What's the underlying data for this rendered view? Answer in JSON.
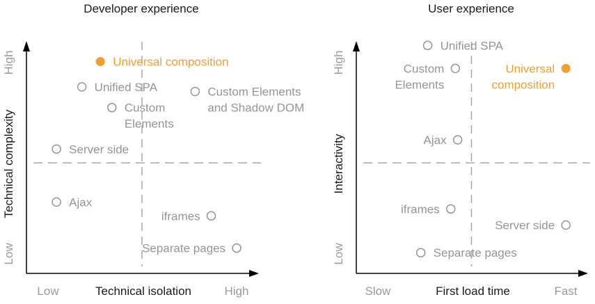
{
  "chart_data": [
    {
      "type": "scatter",
      "title": "Developer experience",
      "xlabel": "Technical isolation",
      "ylabel": "Technical complexity",
      "x_ticks": [
        "Low",
        "High"
      ],
      "y_ticks": [
        "Low",
        "High"
      ],
      "xlim": [
        0,
        100
      ],
      "ylim": [
        0,
        100
      ],
      "quadrant_divider": {
        "x": 50,
        "y": 48
      },
      "grid": false,
      "points": [
        {
          "label": "Universal composition",
          "x": 32,
          "y": 92,
          "highlight": true,
          "label_side": "right"
        },
        {
          "label": "Unified SPA",
          "x": 24,
          "y": 81,
          "highlight": false,
          "label_side": "right"
        },
        {
          "label": "Custom Elements and Shadow DOM",
          "x": 73,
          "y": 79,
          "highlight": false,
          "label_side": "right"
        },
        {
          "label": "Custom Elements",
          "x": 37,
          "y": 72,
          "highlight": false,
          "label_side": "right"
        },
        {
          "label": "Server side",
          "x": 13,
          "y": 54,
          "highlight": false,
          "label_side": "right"
        },
        {
          "label": "Ajax",
          "x": 13,
          "y": 31,
          "highlight": false,
          "label_side": "right"
        },
        {
          "label": "iframes",
          "x": 80,
          "y": 25,
          "highlight": false,
          "label_side": "left"
        },
        {
          "label": "Separate pages",
          "x": 91,
          "y": 11,
          "highlight": false,
          "label_side": "left"
        }
      ]
    },
    {
      "type": "scatter",
      "title": "User experience",
      "xlabel": "First load time",
      "ylabel": "Interactivity",
      "x_ticks": [
        "Slow",
        "Fast"
      ],
      "y_ticks": [
        "Low",
        "High"
      ],
      "xlim": [
        0,
        100
      ],
      "ylim": [
        0,
        100
      ],
      "quadrant_divider": {
        "x": 50,
        "y": 48
      },
      "grid": false,
      "points": [
        {
          "label": "Unified SPA",
          "x": 31,
          "y": 99,
          "highlight": false,
          "label_side": "right"
        },
        {
          "label": "Custom Elements",
          "x": 43,
          "y": 89,
          "highlight": false,
          "label_side": "left"
        },
        {
          "label": "Universal composition",
          "x": 91,
          "y": 89,
          "highlight": true,
          "label_side": "left"
        },
        {
          "label": "Ajax",
          "x": 44,
          "y": 58,
          "highlight": false,
          "label_side": "left"
        },
        {
          "label": "iframes",
          "x": 41,
          "y": 28,
          "highlight": false,
          "label_side": "left"
        },
        {
          "label": "Server side",
          "x": 91,
          "y": 21,
          "highlight": false,
          "label_side": "left"
        },
        {
          "label": "Separate pages",
          "x": 28,
          "y": 9,
          "highlight": false,
          "label_side": "right"
        }
      ]
    }
  ],
  "colors": {
    "highlight": "#f0a030",
    "point": "#959595",
    "divider": "#a8a8a8",
    "axis": "#000000"
  }
}
